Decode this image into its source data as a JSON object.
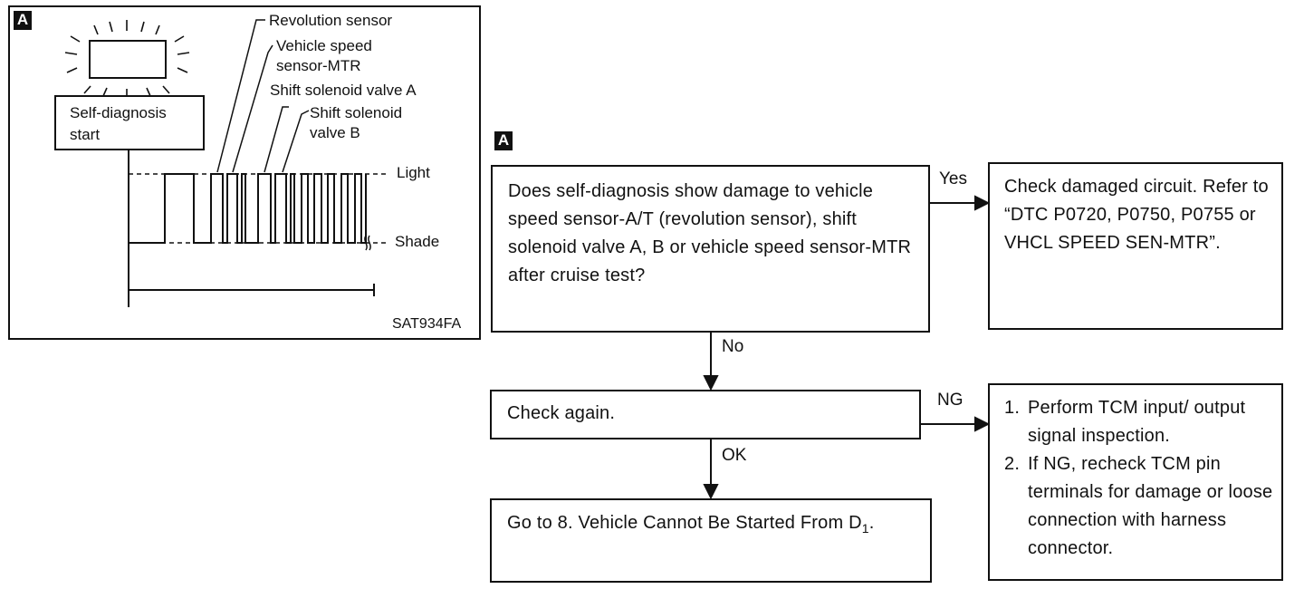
{
  "figure": {
    "badge": "A",
    "start_box": "Self-diagnosis\nstart",
    "labels": {
      "revolution_sensor": "Revolution sensor",
      "vehicle_speed_sensor": "Vehicle speed\nsensor-MTR",
      "shift_solenoid_a": "Shift solenoid valve A",
      "shift_solenoid_b": "Shift solenoid\nvalve B",
      "light": "Light",
      "shade": "Shade"
    },
    "code": "SAT934FA"
  },
  "flowchart": {
    "badge": "A",
    "question": "Does self-diagnosis show damage to vehicle speed sensor-A/T (revolution sensor), shift solenoid valve A, B or vehicle speed sensor-MTR after cruise test?",
    "yes_label": "Yes",
    "yes_box": "Check damaged circuit. Refer to “DTC P0720, P0750, P0755 or VHCL SPEED SEN-MTR”.",
    "no_label": "No",
    "check_again": "Check again.",
    "ng_label": "NG",
    "ng_items": [
      {
        "num": "1.",
        "text": "Perform TCM input/ output signal inspection."
      },
      {
        "num": "2.",
        "text": "If NG, recheck TCM pin terminals for damage or loose connection with harness connector."
      }
    ],
    "ok_label": "OK",
    "goto_text": "Go to 8. Vehicle Cannot Be Started From D",
    "goto_sub": "1",
    "goto_end": "."
  }
}
